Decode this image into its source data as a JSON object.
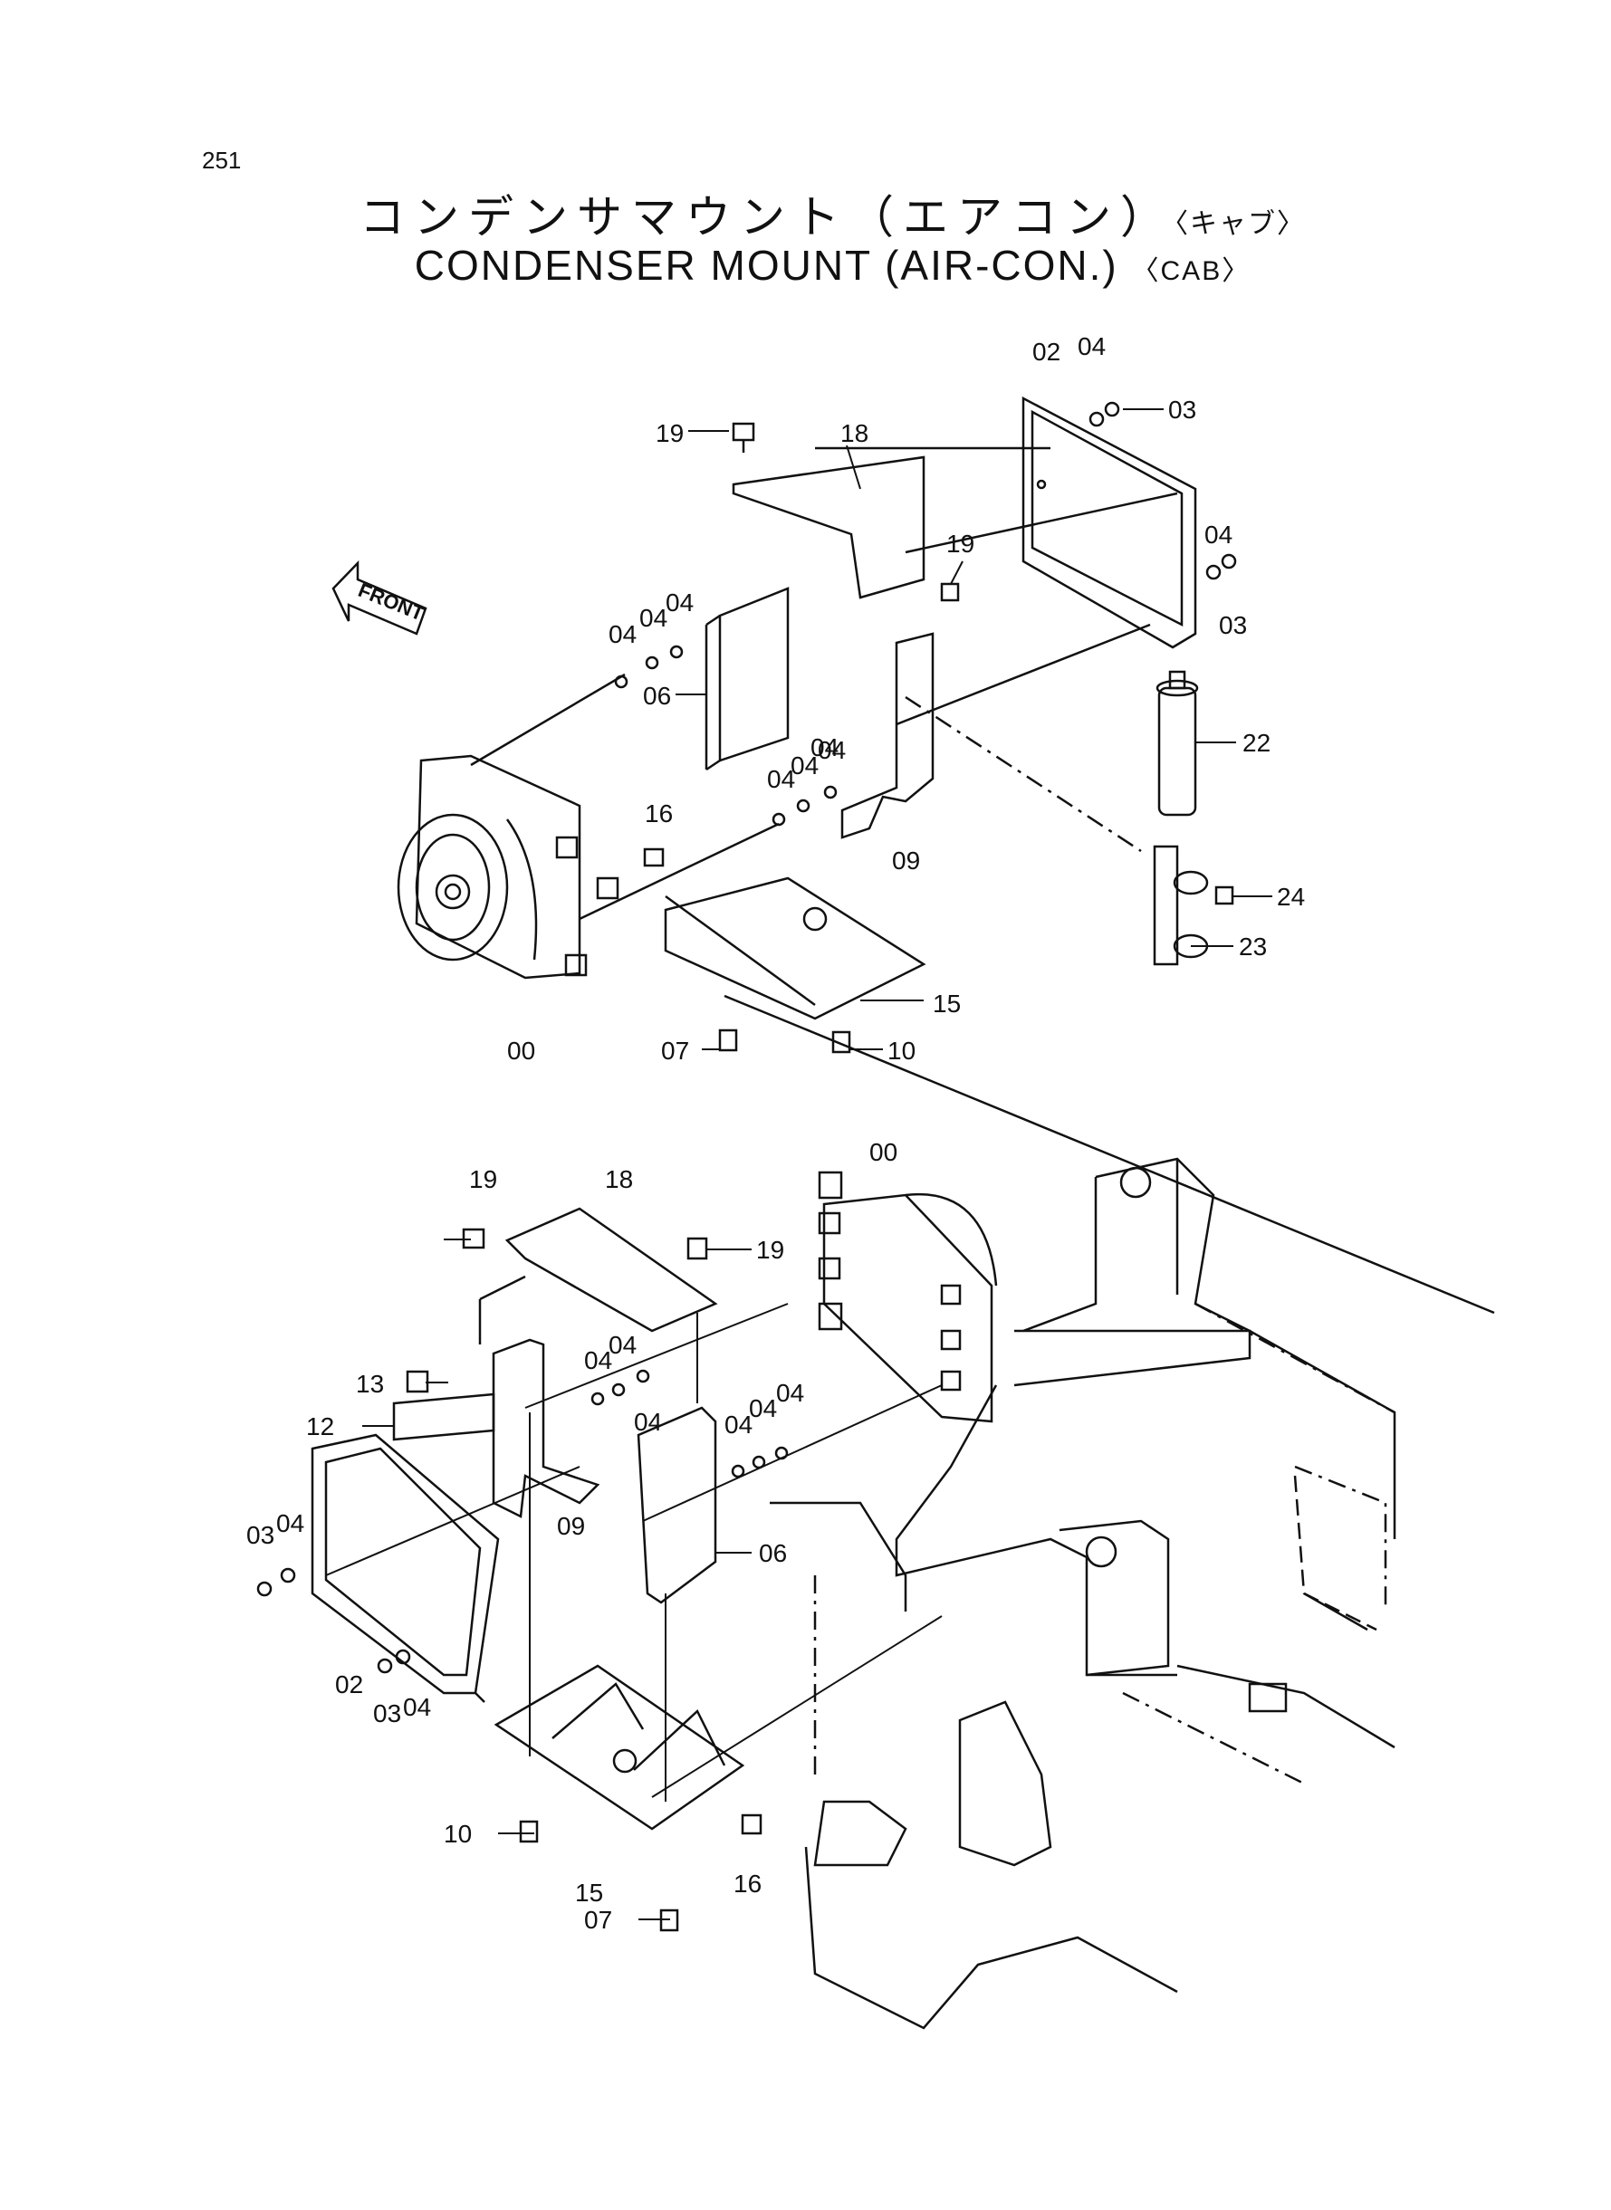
{
  "page": {
    "number": "251"
  },
  "title": {
    "jp": "コンデンサマウント（エアコン）",
    "jp_suffix": "〈キャブ〉",
    "en": "CONDENSER MOUNT (AIR-CON.)",
    "en_suffix": "〈CAB〉"
  },
  "front_label": "FRONT",
  "callouts": {
    "top": [
      "19",
      "18",
      "02",
      "04",
      "03",
      "19",
      "04",
      "03",
      "04",
      "04",
      "04",
      "04",
      "06",
      "22",
      "04",
      "04",
      "04",
      "16",
      "09",
      "24",
      "23",
      "15",
      "00",
      "07",
      "10"
    ],
    "bottom": [
      "19",
      "18",
      "00",
      "19",
      "13",
      "04",
      "04",
      "04",
      "04",
      "04",
      "04",
      "12",
      "09",
      "03",
      "04",
      "06",
      "02",
      "03",
      "04",
      "10",
      "15",
      "16",
      "07"
    ]
  }
}
